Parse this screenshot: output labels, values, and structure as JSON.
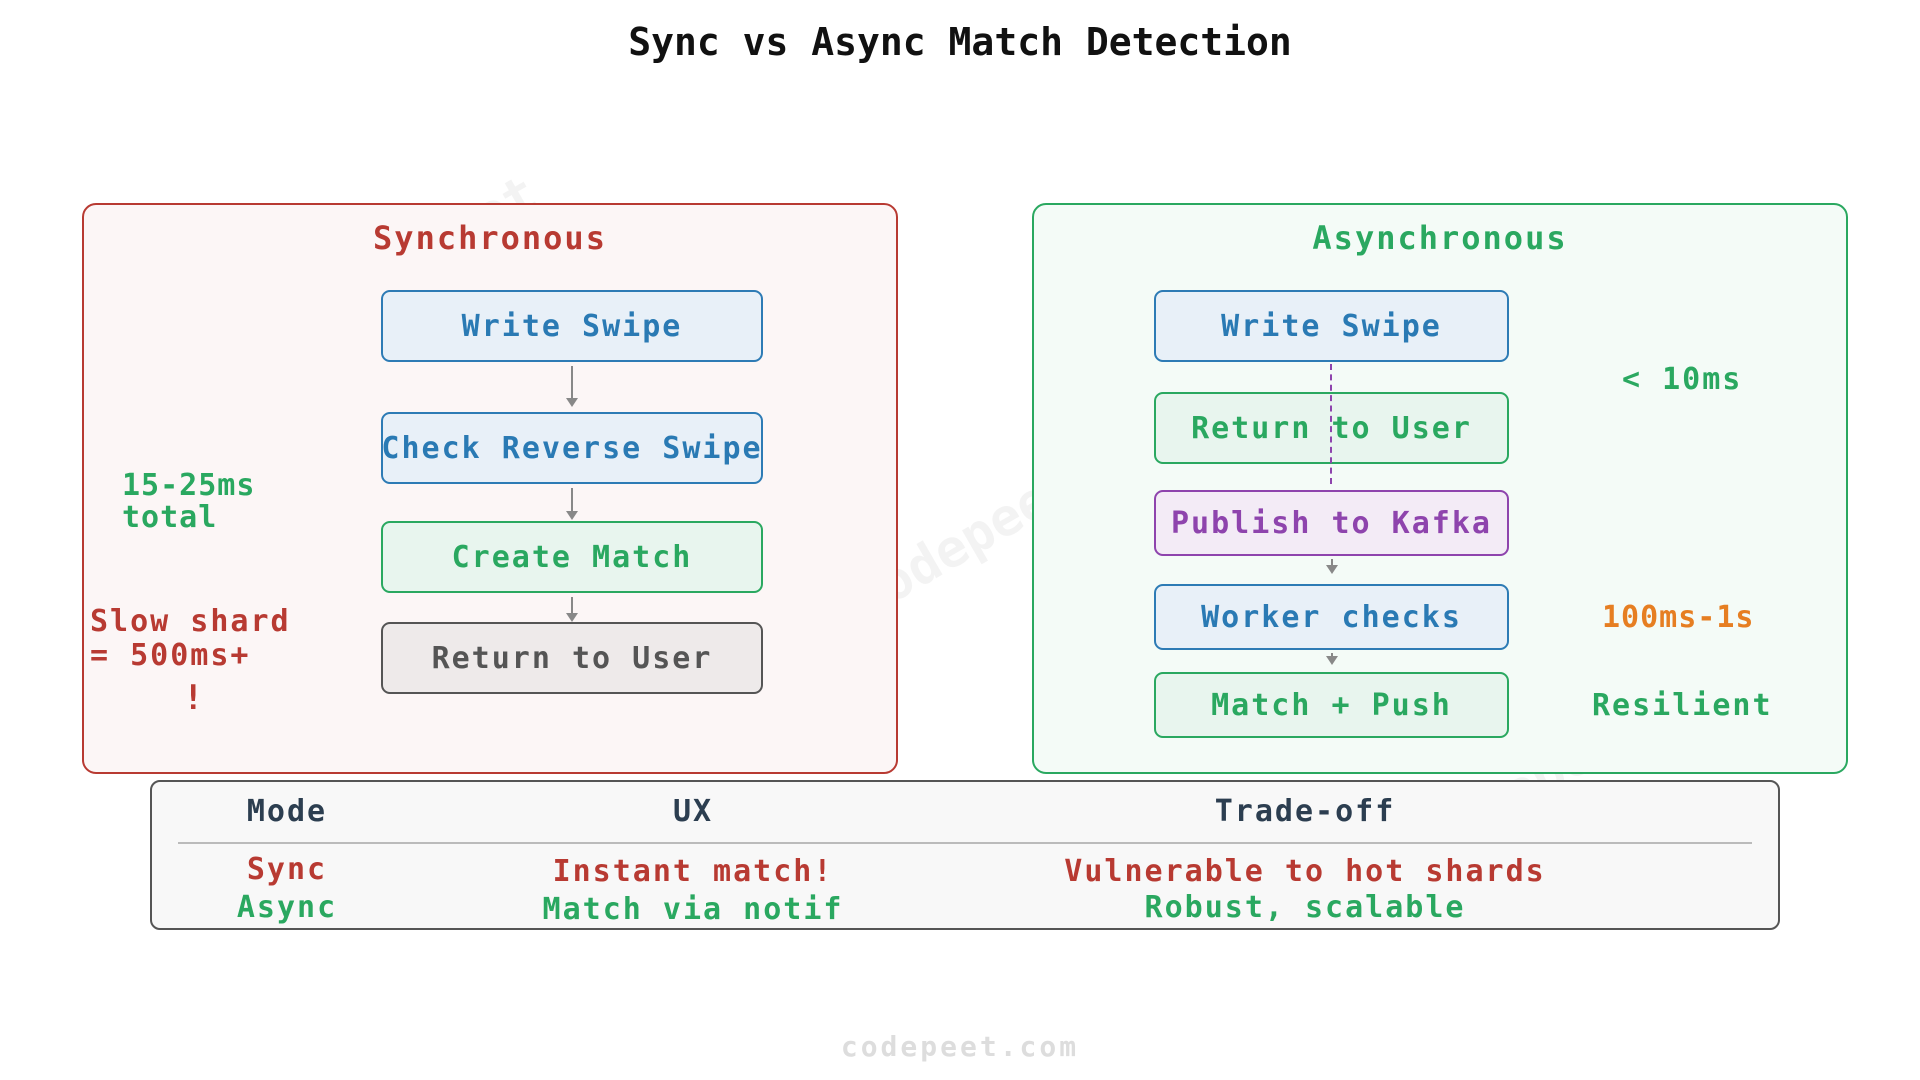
{
  "title": "Sync vs Async Match Detection",
  "watermark": "@codepeet",
  "footer": "codepeet.com",
  "colors": {
    "sync": "#b83a32",
    "async": "#2aa860",
    "blue": "#2a7ab4",
    "purple": "#8e44ad",
    "orange": "#e67e22",
    "grey": "#555555"
  },
  "sync": {
    "title": "Synchronous",
    "steps": [
      "Write Swipe",
      "Check Reverse Swipe",
      "Create Match",
      "Return to User"
    ],
    "latency_line1": "15-25ms",
    "latency_line2": "total",
    "slow_line1": "Slow shard",
    "slow_line2": "= 500ms+",
    "slow_mark": "!"
  },
  "async": {
    "title": "Asynchronous",
    "steps": [
      "Write Swipe",
      "Return to User",
      "Publish to Kafka",
      "Worker checks",
      "Match + Push"
    ],
    "note_fast": "< 10ms",
    "note_worker": "100ms-1s",
    "note_resilient": "Resilient"
  },
  "table": {
    "headers": [
      "Mode",
      "UX",
      "Trade-off"
    ],
    "rows": [
      [
        "Sync",
        "Instant match!",
        "Vulnerable to hot shards"
      ],
      [
        "Async",
        "Match via notif",
        "Robust, scalable"
      ]
    ]
  }
}
